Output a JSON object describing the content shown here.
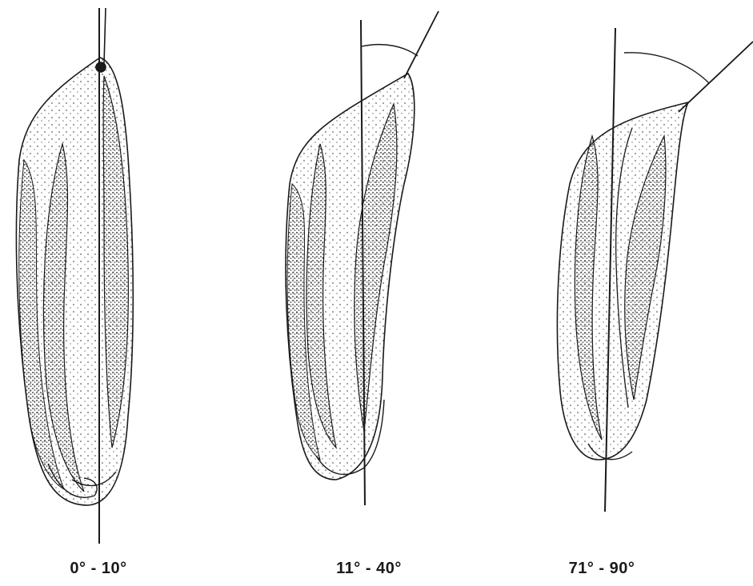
{
  "figure": {
    "panels": [
      {
        "caption": "0° - 10°"
      },
      {
        "caption": "11° - 40°"
      },
      {
        "caption": "71° - 90°"
      }
    ],
    "colors": {
      "ink": "#1a1a1a",
      "background": "#ffffff"
    }
  }
}
